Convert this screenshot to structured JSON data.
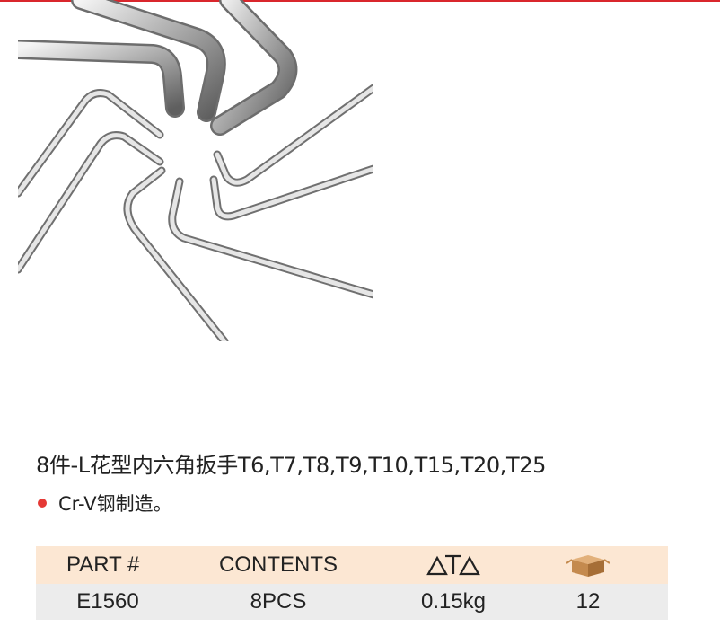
{
  "product": {
    "title": "8件-L花型内六角扳手T6,T7,T8,T9,T10,T15,T20,T25",
    "features": [
      "Cr-V钢制造。"
    ]
  },
  "spec_table": {
    "headers": {
      "part": "PART #",
      "contents": "CONTENTS",
      "weight_icon": "scale-icon",
      "box_icon": "box-icon"
    },
    "row": {
      "part": "E1560",
      "contents": "8PCS",
      "weight": "0.15kg",
      "quantity": "12"
    }
  },
  "colors": {
    "accent": "#d9262c",
    "header_bg": "#fce7d3",
    "row_bg": "#ececec",
    "bullet": "#e53935"
  }
}
